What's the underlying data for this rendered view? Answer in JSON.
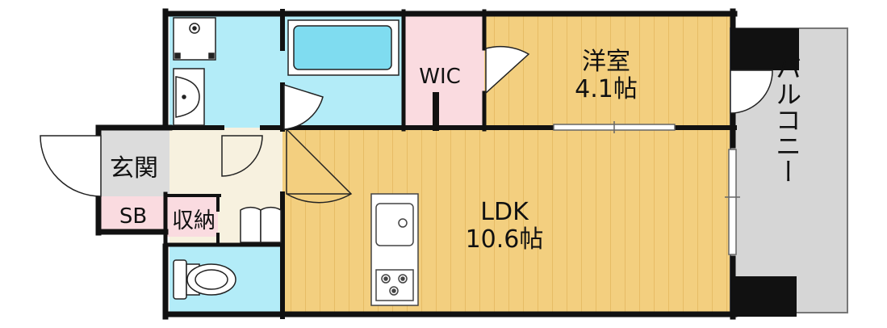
{
  "rooms": {
    "western": {
      "name": "洋室",
      "size": "4.1帖"
    },
    "wic": {
      "name": "WIC"
    },
    "ldk": {
      "name": "LDK",
      "size": "10.6帖"
    },
    "entrance": {
      "name": "玄関"
    },
    "shoebox": {
      "name": "SB"
    },
    "storage": {
      "name": "収納"
    },
    "balcony": {
      "name": "バルコニー"
    }
  },
  "colors": {
    "wood_floor": "#f3cf7f",
    "wood_stripe": "#e7bc65",
    "wet_area": "#b3ecf8",
    "closet_pink": "#fadbe0",
    "hall_beige": "#f7f1df",
    "entrance_gray": "#dcdcdc",
    "balcony_gray": "#d6d6d6",
    "wall": "#111111"
  },
  "icons": [
    "washing-machine-icon",
    "washbasin-icon",
    "bathtub-icon",
    "toilet-icon",
    "kitchen-sink-icon",
    "stove-icon"
  ]
}
